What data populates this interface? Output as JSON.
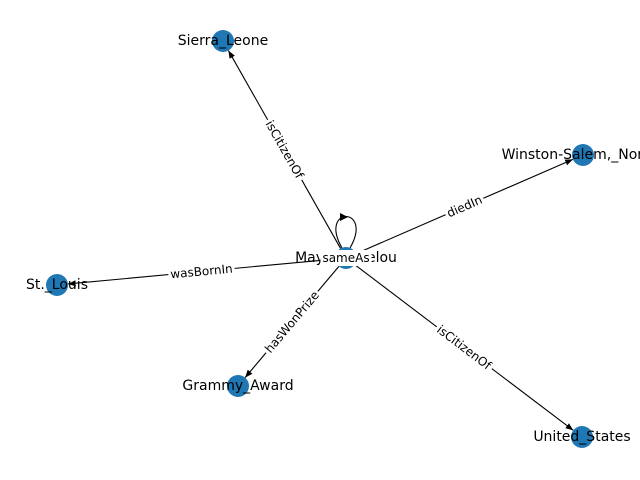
{
  "graph": {
    "node_color": "#1f77b4",
    "nodes": [
      {
        "id": "maya",
        "label": "Maya_Angelou"
      },
      {
        "id": "sierra",
        "label": "Sierra_Leone"
      },
      {
        "id": "winston",
        "label": "Winston-Salem,_North_"
      },
      {
        "id": "stlouis",
        "label": "St._Louis"
      },
      {
        "id": "grammy",
        "label": "Grammy_Award"
      },
      {
        "id": "us",
        "label": "United_States"
      }
    ],
    "edges": [
      {
        "source": "maya",
        "target": "sierra",
        "label": "isCitizenOf"
      },
      {
        "source": "maya",
        "target": "winston",
        "label": "diedIn"
      },
      {
        "source": "maya",
        "target": "stlouis",
        "label": "wasBornIn"
      },
      {
        "source": "maya",
        "target": "grammy",
        "label": "hasWonPrize"
      },
      {
        "source": "maya",
        "target": "us",
        "label": "isCitizenOf"
      },
      {
        "source": "maya",
        "target": "maya",
        "label": "sameAs"
      }
    ]
  }
}
